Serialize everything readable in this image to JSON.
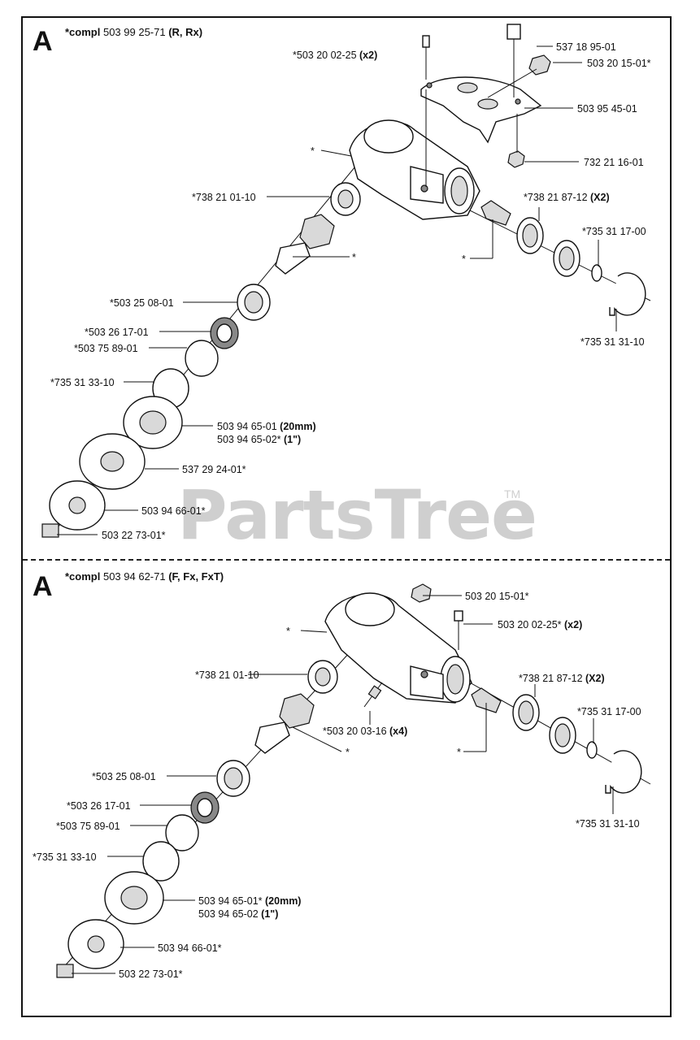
{
  "watermark": {
    "text": "PartsTree",
    "tm": "TM"
  },
  "sectionA": {
    "letter": "A",
    "title_prefix": "*compl",
    "title_number": "503 99 25-71",
    "title_models": "(R, Rx)",
    "labels": {
      "l1_pre": "*503 20 02-25 ",
      "l1_bold": "(x2)",
      "l2": "537 18 95-01",
      "l3": "503 20 15-01*",
      "l4": "503 95 45-01",
      "l5": "*",
      "l6": "732 21 16-01",
      "l7": "*738 21 01-10",
      "l8_pre": "*738 21 87-12 ",
      "l8_bold": "(X2)",
      "l9": "*735 31 17-00",
      "l10": "*",
      "l11": "*",
      "l12": "*503 25 08-01",
      "l13": "*735 31 31-10",
      "l14": "*503 26 17-01",
      "l15": "*503 75 89-01",
      "l16": "*735 31 33-10",
      "l17_pre": "503 94 65-01 ",
      "l17_bold": "(20mm)",
      "l18_pre": "503 94 65-02* ",
      "l18_bold": "(1\")",
      "l19": "537 29 24-01*",
      "l20": "503 94 66-01*",
      "l21": "503 22 73-01*"
    }
  },
  "sectionB": {
    "letter": "A",
    "title_prefix": "*compl",
    "title_number": "503 94 62-71",
    "title_models": "(F, Fx, FxT)",
    "labels": {
      "l1": "503 20 15-01*",
      "l2": "*",
      "l3_pre": "503 20 02-25* ",
      "l3_bold": "(x2)",
      "l4": "*738 21 01-10",
      "l5_pre": "*738 21 87-12 ",
      "l5_bold": "(X2)",
      "l6": "*735 31 17-00",
      "l7_pre": "*503 20 03-16 ",
      "l7_bold": "(x4)",
      "l8": "*",
      "l9": "*",
      "l10": "*503 25 08-01",
      "l11": "*735 31 31-10",
      "l12": "*503 26 17-01",
      "l13": "*503 75 89-01",
      "l14": "*735 31 33-10",
      "l15_pre": "503 94 65-01* ",
      "l15_bold": "(20mm)",
      "l16_pre": "503 94 65-02 ",
      "l16_bold": "(1\")",
      "l17": "503 94 66-01*",
      "l18": "503 22 73-01*"
    }
  }
}
